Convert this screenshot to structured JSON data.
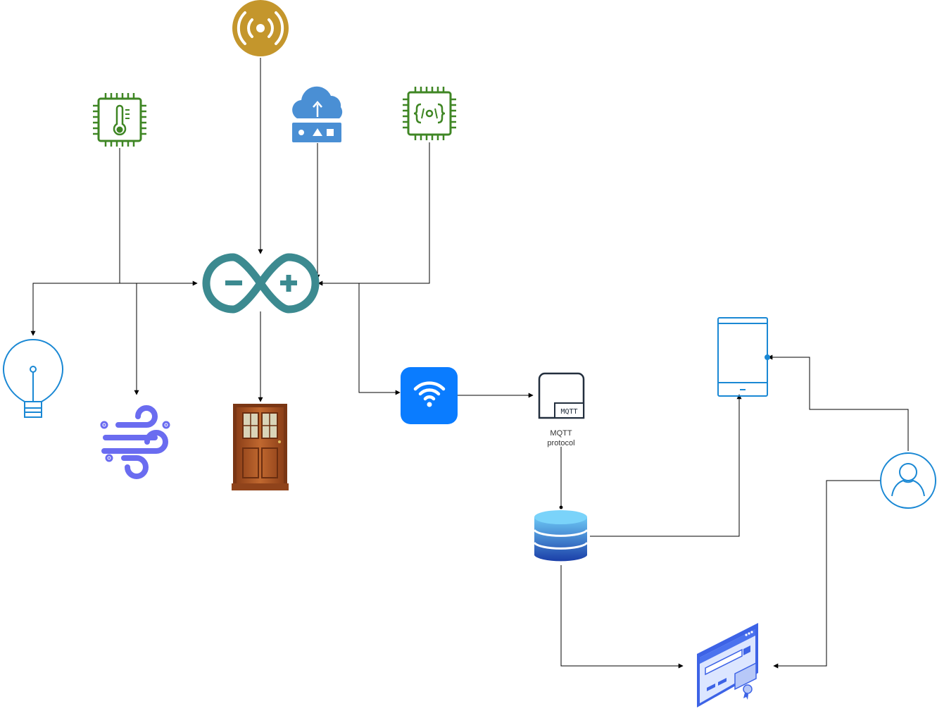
{
  "diagram": {
    "mqtt_icon_text": "MQTT",
    "mqtt_label_line1": "MQTT",
    "mqtt_label_line2": "protocol"
  },
  "nodes": [
    {
      "id": "rfid-sensor-icon",
      "icon": "signal-broadcast"
    },
    {
      "id": "temperature-sensor-chip-icon",
      "icon": "chip-thermometer"
    },
    {
      "id": "cloud-router-icon",
      "icon": "cloud-upload-router"
    },
    {
      "id": "processor-chip-icon",
      "icon": "chip-code"
    },
    {
      "id": "arduino-icon",
      "icon": "arduino-infinity"
    },
    {
      "id": "light-bulb-icon",
      "icon": "light-bulb"
    },
    {
      "id": "fan-wind-icon",
      "icon": "wind"
    },
    {
      "id": "door-icon",
      "icon": "door"
    },
    {
      "id": "wifi-icon",
      "icon": "wifi"
    },
    {
      "id": "mqtt-icon",
      "icon": "mqtt"
    },
    {
      "id": "database-icon",
      "icon": "database"
    },
    {
      "id": "mobile-phone-icon",
      "icon": "mobile-phone"
    },
    {
      "id": "user-icon",
      "icon": "user"
    },
    {
      "id": "web-dashboard-icon",
      "icon": "browser-certificate"
    }
  ],
  "colors": {
    "connector": "#000000",
    "sensor_gold": "#c4962c",
    "chip_green": "#3f8624",
    "cloud_blue": "#4a8fd4",
    "arduino_teal": "#3c8a90",
    "outline_blue": "#1a88d4",
    "wind_purple": "#6a6cf0",
    "door_brown": "#a5532a",
    "wifi_blue": "#0a7cff",
    "db_blue": "#1f62c4",
    "browser_blue": "#3d63e6"
  }
}
